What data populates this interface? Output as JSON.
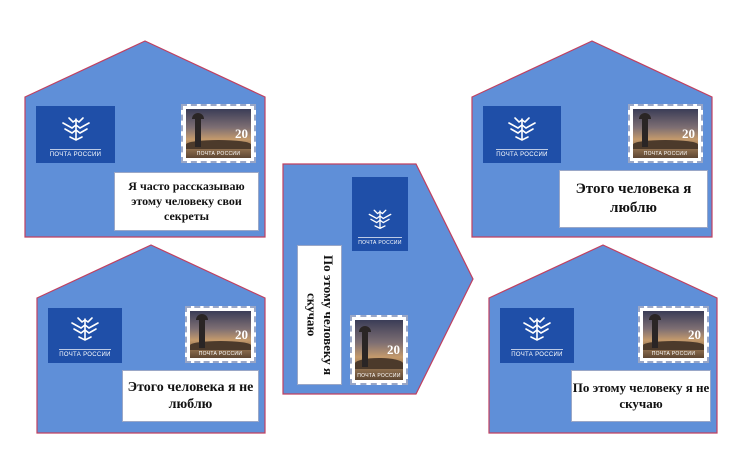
{
  "colors": {
    "envelope_fill": "#5f8fd8",
    "envelope_outline": "#c04060",
    "logo_blue": "#1f4fa8",
    "card_white": "#ffffff"
  },
  "logo": {
    "icon": "double-headed-eagle-icon",
    "label": "ПОЧТА РОССИИ"
  },
  "stamp": {
    "value": "20",
    "caption": "ПОЧТА РОССИИ"
  },
  "envelopes": [
    {
      "id": "top-left",
      "message": "Я часто рассказываю этому человеку свои секреты"
    },
    {
      "id": "bottom-left",
      "message": "Этого человека я не люблю"
    },
    {
      "id": "center",
      "message": "По этому человеку я скучаю"
    },
    {
      "id": "top-right",
      "message": "Этого человека я люблю"
    },
    {
      "id": "bottom-right",
      "message": "По этому человеку я не скучаю"
    }
  ]
}
